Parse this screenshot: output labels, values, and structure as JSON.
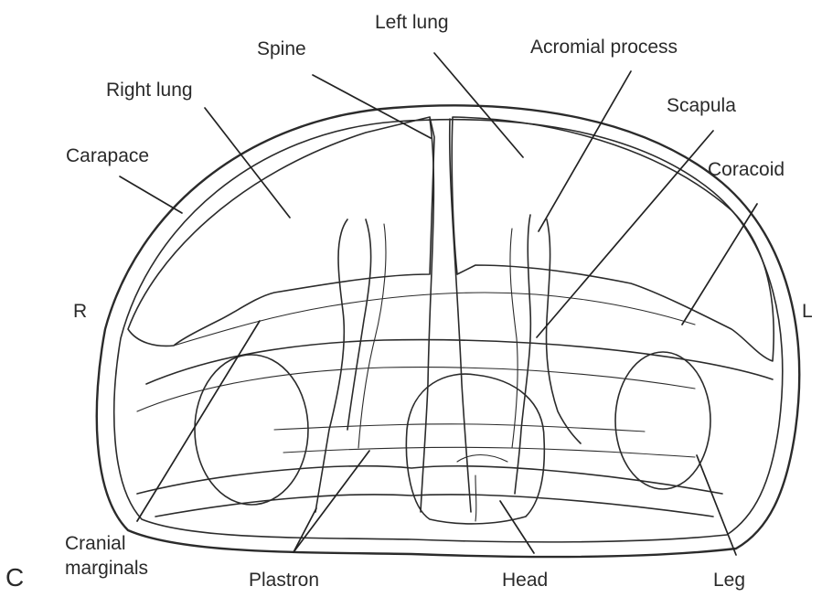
{
  "figure": {
    "panel_letter": "C",
    "labels": {
      "left_lung": "Left lung",
      "spine": "Spine",
      "acromial_process": "Acromial process",
      "right_lung": "Right lung",
      "scapula": "Scapula",
      "carapace": "Carapace",
      "coracoid": "Coracoid",
      "side_right": "R",
      "side_left": "L",
      "cranial_marginals_line1": "Cranial",
      "cranial_marginals_line2": "marginals",
      "plastron": "Plastron",
      "head": "Head",
      "leg": "Leg"
    }
  }
}
